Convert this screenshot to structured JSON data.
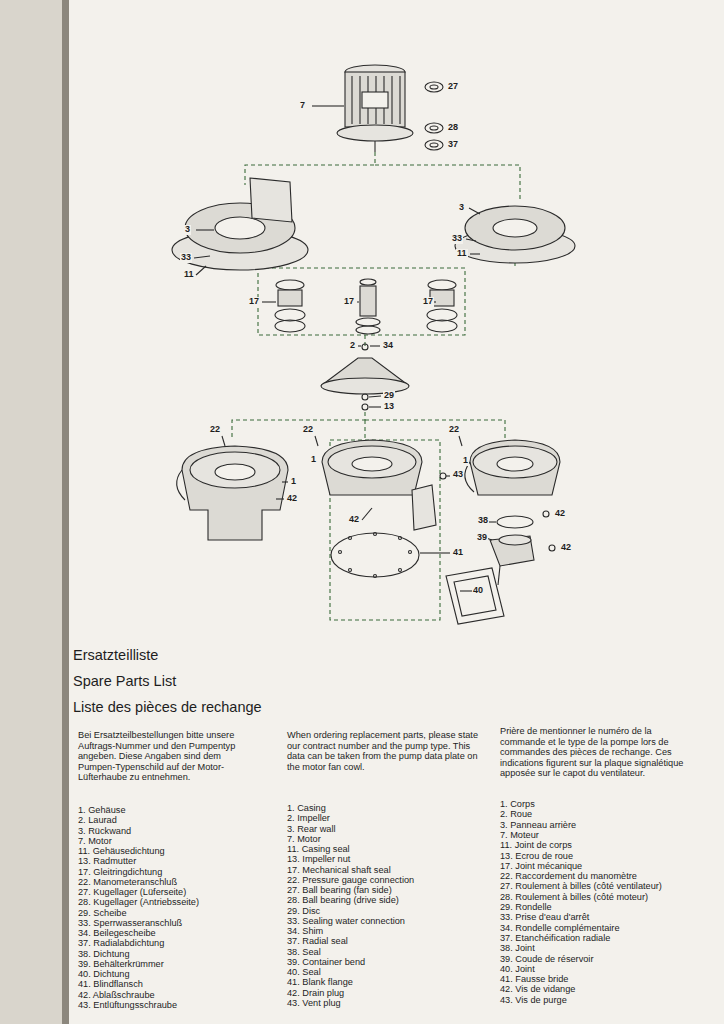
{
  "diagram": {
    "labels": [
      "7",
      "27",
      "28",
      "37",
      "3",
      "33",
      "11",
      "3",
      "33",
      "11",
      "17",
      "17",
      "17",
      "2",
      "34",
      "29",
      "13",
      "22",
      "1",
      "42",
      "22",
      "1",
      "43",
      "42",
      "41",
      "22",
      "1",
      "42",
      "38",
      "39",
      "42",
      "40",
      "Ersatzteilliste",
      "Spare Parts List",
      "Liste des pièces de rechange",
      "Bei Ersatzteilbestellungen bitte unsere Auftrags-Nummer und den Pumpentyp angeben. Diese Angaben sind dem Pumpen-Typenschild auf der Motor-Lüfterhaube zu entnehmen.",
      "When ordering replacement parts, please state our contract number and the pump type. This data can be taken from the pump data plate on the motor fan cowl.",
      "Prière de mentionner le numéro de la commande et le type de la pompe lors de commandes des pièces de rechange. Ces indications figurent sur la plaque signalétique apposée sur le capot du ventilateur.",
      "1. Gehäuse",
      "2. Laurad",
      "3. Rückwand",
      "7. Motor",
      "11. Gehäusedichtung",
      "13. Radmutter",
      "17. Gleitringdichtung",
      "22. Manometeranschluß",
      "27. Kugellager (Lüferseite)",
      "28. Kugellager (Antriebsseite)",
      "29. Scheibe",
      "33. Sperrwasseranschluß",
      "34. Beilegescheibe",
      "37. Radialabdichtung",
      "38. Dichtung",
      "39. Behälterkrümmer",
      "40. Dichtung",
      "41. Blindflansch",
      "42. Ablaßschraube",
      "43. Entlüftungsschraube",
      "1. Casing",
      "2. Impeller",
      "3. Rear wall",
      "7. Motor",
      "11. Casing seal",
      "13. Impeller nut",
      "17. Mechanical shaft seal",
      "22. Pressure gauge connection",
      "27. Ball bearing (fan side)",
      "28. Ball bearing (drive side)",
      "29. Disc",
      "33. Sealing water connection",
      "34. Shim",
      "37. Radial seal",
      "38. Seal",
      "39. Container bend",
      "40. Seal",
      "41. Blank flange",
      "42. Drain plug",
      "43. Vent plug",
      "1. Corps",
      "2. Roue",
      "3. Panneau arrière",
      "7. Moteur",
      "11. Joint de corps",
      "13. Ecrou de roue",
      "17. Joint mécanique",
      "22. Raccordement du manomètre",
      "27. Roulement à billes (côté ventilateur)",
      "28. Roulement à billes (côté moteur)",
      "29. Rondelle",
      "33. Prise d'eau d'arrêt",
      "34. Rondelle complémentaire",
      "37. Etanchéification radiale",
      "38. Joint",
      "39. Coude de réservoir",
      "40. Joint",
      "41. Fausse bride",
      "42. Vis de vidange",
      "43. Vis de purge"
    ]
  }
}
